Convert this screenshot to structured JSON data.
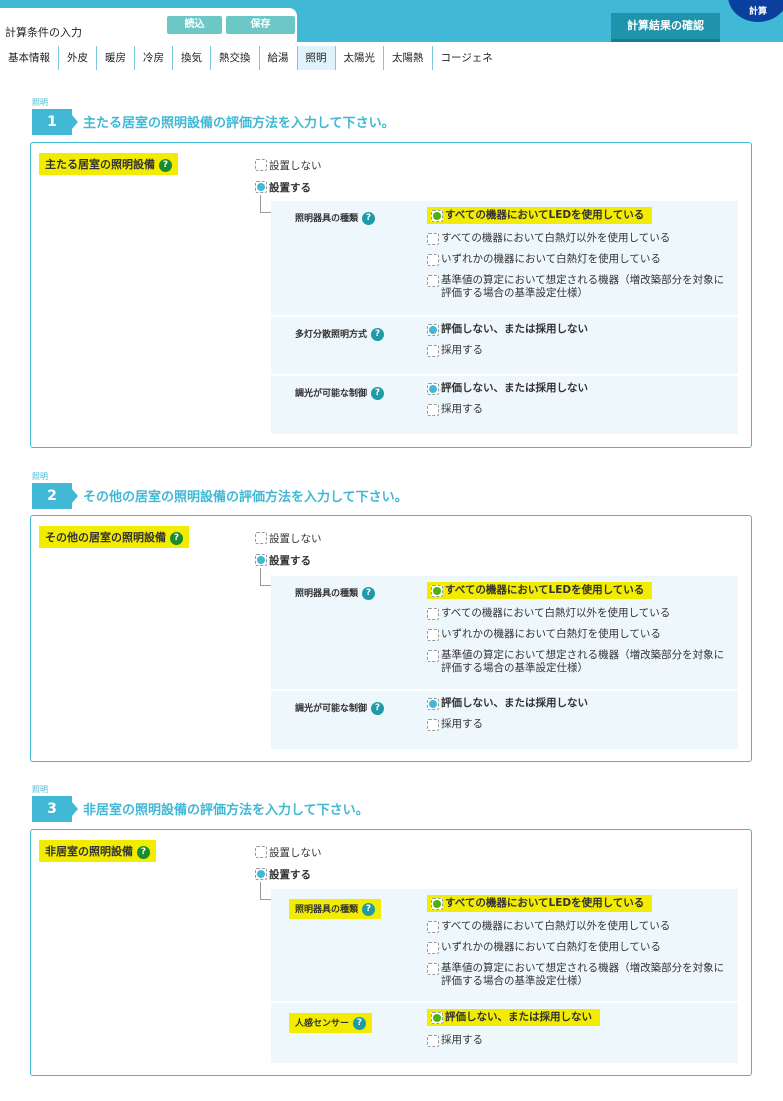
{
  "header": {
    "title": "計算条件の入力",
    "load": "読込",
    "save": "保存",
    "result": "計算結果の確認",
    "calc": "計算"
  },
  "nav": [
    "基本情報",
    "外皮",
    "暖房",
    "冷房",
    "換気",
    "熱交換",
    "給湯",
    "照明",
    "太陽光",
    "太陽熱",
    "コージェネ"
  ],
  "nav_active": "照明",
  "colors": {
    "accent": "#41b8d5",
    "highlight": "#f2ec00",
    "dark": "#1e93ab",
    "circle": "#0a3f9e"
  },
  "sections": [
    {
      "small": "照明",
      "num": "1",
      "title": "主たる居室の照明設備の評価方法を入力して下さい。",
      "label": "主たる居室の照明設備",
      "help": "?",
      "not_install": "設置しない",
      "install": "設置する",
      "rows": [
        {
          "label": "照明器具の種類",
          "options": [
            "すべての機器においてLEDを使用している",
            "すべての機器において白熱灯以外を使用している",
            "いずれかの機器において白熱灯を使用している",
            "基準値の算定において想定される機器（増改築部分を対象に評価する場合の基準設定仕様）"
          ],
          "selected": 0
        },
        {
          "label": "多灯分散照明方式",
          "options": [
            "評価しない、または採用しない",
            "採用する"
          ],
          "selected": 0
        },
        {
          "label": "調光が可能な制御",
          "options": [
            "評価しない、または採用しない",
            "採用する"
          ],
          "selected": 0
        }
      ]
    },
    {
      "small": "照明",
      "num": "2",
      "title": "その他の居室の照明設備の評価方法を入力して下さい。",
      "label": "その他の居室の照明設備",
      "help": "?",
      "not_install": "設置しない",
      "install": "設置する",
      "rows": [
        {
          "label": "照明器具の種類",
          "options": [
            "すべての機器においてLEDを使用している",
            "すべての機器において白熱灯以外を使用している",
            "いずれかの機器において白熱灯を使用している",
            "基準値の算定において想定される機器（増改築部分を対象に評価する場合の基準設定仕様）"
          ],
          "selected": 0
        },
        {
          "label": "調光が可能な制御",
          "options": [
            "評価しない、または採用しない",
            "採用する"
          ],
          "selected": 0
        }
      ]
    },
    {
      "small": "照明",
      "num": "3",
      "title": "非居室の照明設備の評価方法を入力して下さい。",
      "label": "非居室の照明設備",
      "help": "?",
      "not_install": "設置しない",
      "install": "設置する",
      "rows": [
        {
          "label": "照明器具の種類",
          "options": [
            "すべての機器においてLEDを使用している",
            "すべての機器において白熱灯以外を使用している",
            "いずれかの機器において白熱灯を使用している",
            "基準値の算定において想定される機器（増改築部分を対象に評価する場合の基準設定仕様）"
          ],
          "selected": 0,
          "label_hl": true
        },
        {
          "label": "人感センサー",
          "options": [
            "評価しない、または採用しない",
            "採用する"
          ],
          "selected": 0,
          "label_hl": true,
          "opt_hl": true
        }
      ]
    }
  ]
}
